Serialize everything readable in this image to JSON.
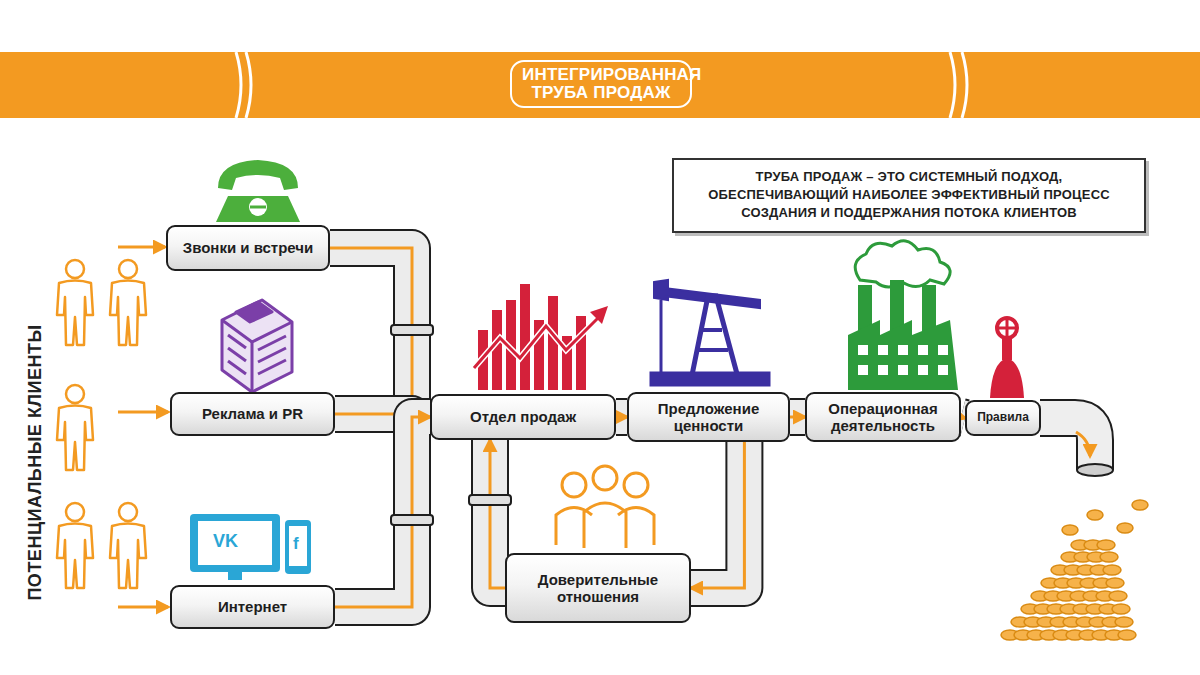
{
  "diagram": {
    "title": "ИНТЕГРИРОВАННАЯ ТРУБА ПРОДАЖ",
    "nodes": [
      {
        "text": [
          "ТРУБА ПРОДАЖ – ЭТО СИСТЕМНЫЙ ПОДХОД, ОБЕСПЕЧИВАЮЩИЙ НАИБОЛЕЕ ЭФФЕКТИВНЫЙ ПРОЦЕСС СОЗДАНИЯ И ПОДДЕРЖАНИЯ ПОТОКА КЛИЕНТОВ"
        ]
      },
      {
        "text": [
          "Звонки и встречи"
        ]
      },
      {
        "text": [
          "Реклама и PR"
        ]
      },
      {
        "text": [
          "Интернет"
        ]
      },
      {
        "text": [
          "Отдел продаж"
        ]
      },
      {
        "text": [
          "Предложение ценности"
        ]
      },
      {
        "text": [
          "Операционная деятельность"
        ]
      },
      {
        "text": [
          "Правила"
        ]
      },
      {
        "text": [
          "Доверительные отношения"
        ]
      }
    ],
    "edges": [
      {
        "from": 1,
        "to": 4,
        "arrow": "to"
      },
      {
        "from": 2,
        "to": 4,
        "arrow": "to"
      },
      {
        "from": 3,
        "to": 4,
        "arrow": "to"
      },
      {
        "from": 4,
        "to": 5,
        "arrow": "to"
      },
      {
        "from": 5,
        "to": 8,
        "arrow": "to"
      },
      {
        "from": 8,
        "to": 4,
        "arrow": "to"
      },
      {
        "from": 5,
        "to": 6,
        "arrow": "to"
      },
      {
        "from": 6,
        "to": 7,
        "arrow": "to"
      }
    ],
    "labels": [
      "ПОТЕНЦИАЛЬНЫЕ КЛИЕНТЫ",
      "VK",
      "f"
    ]
  }
}
